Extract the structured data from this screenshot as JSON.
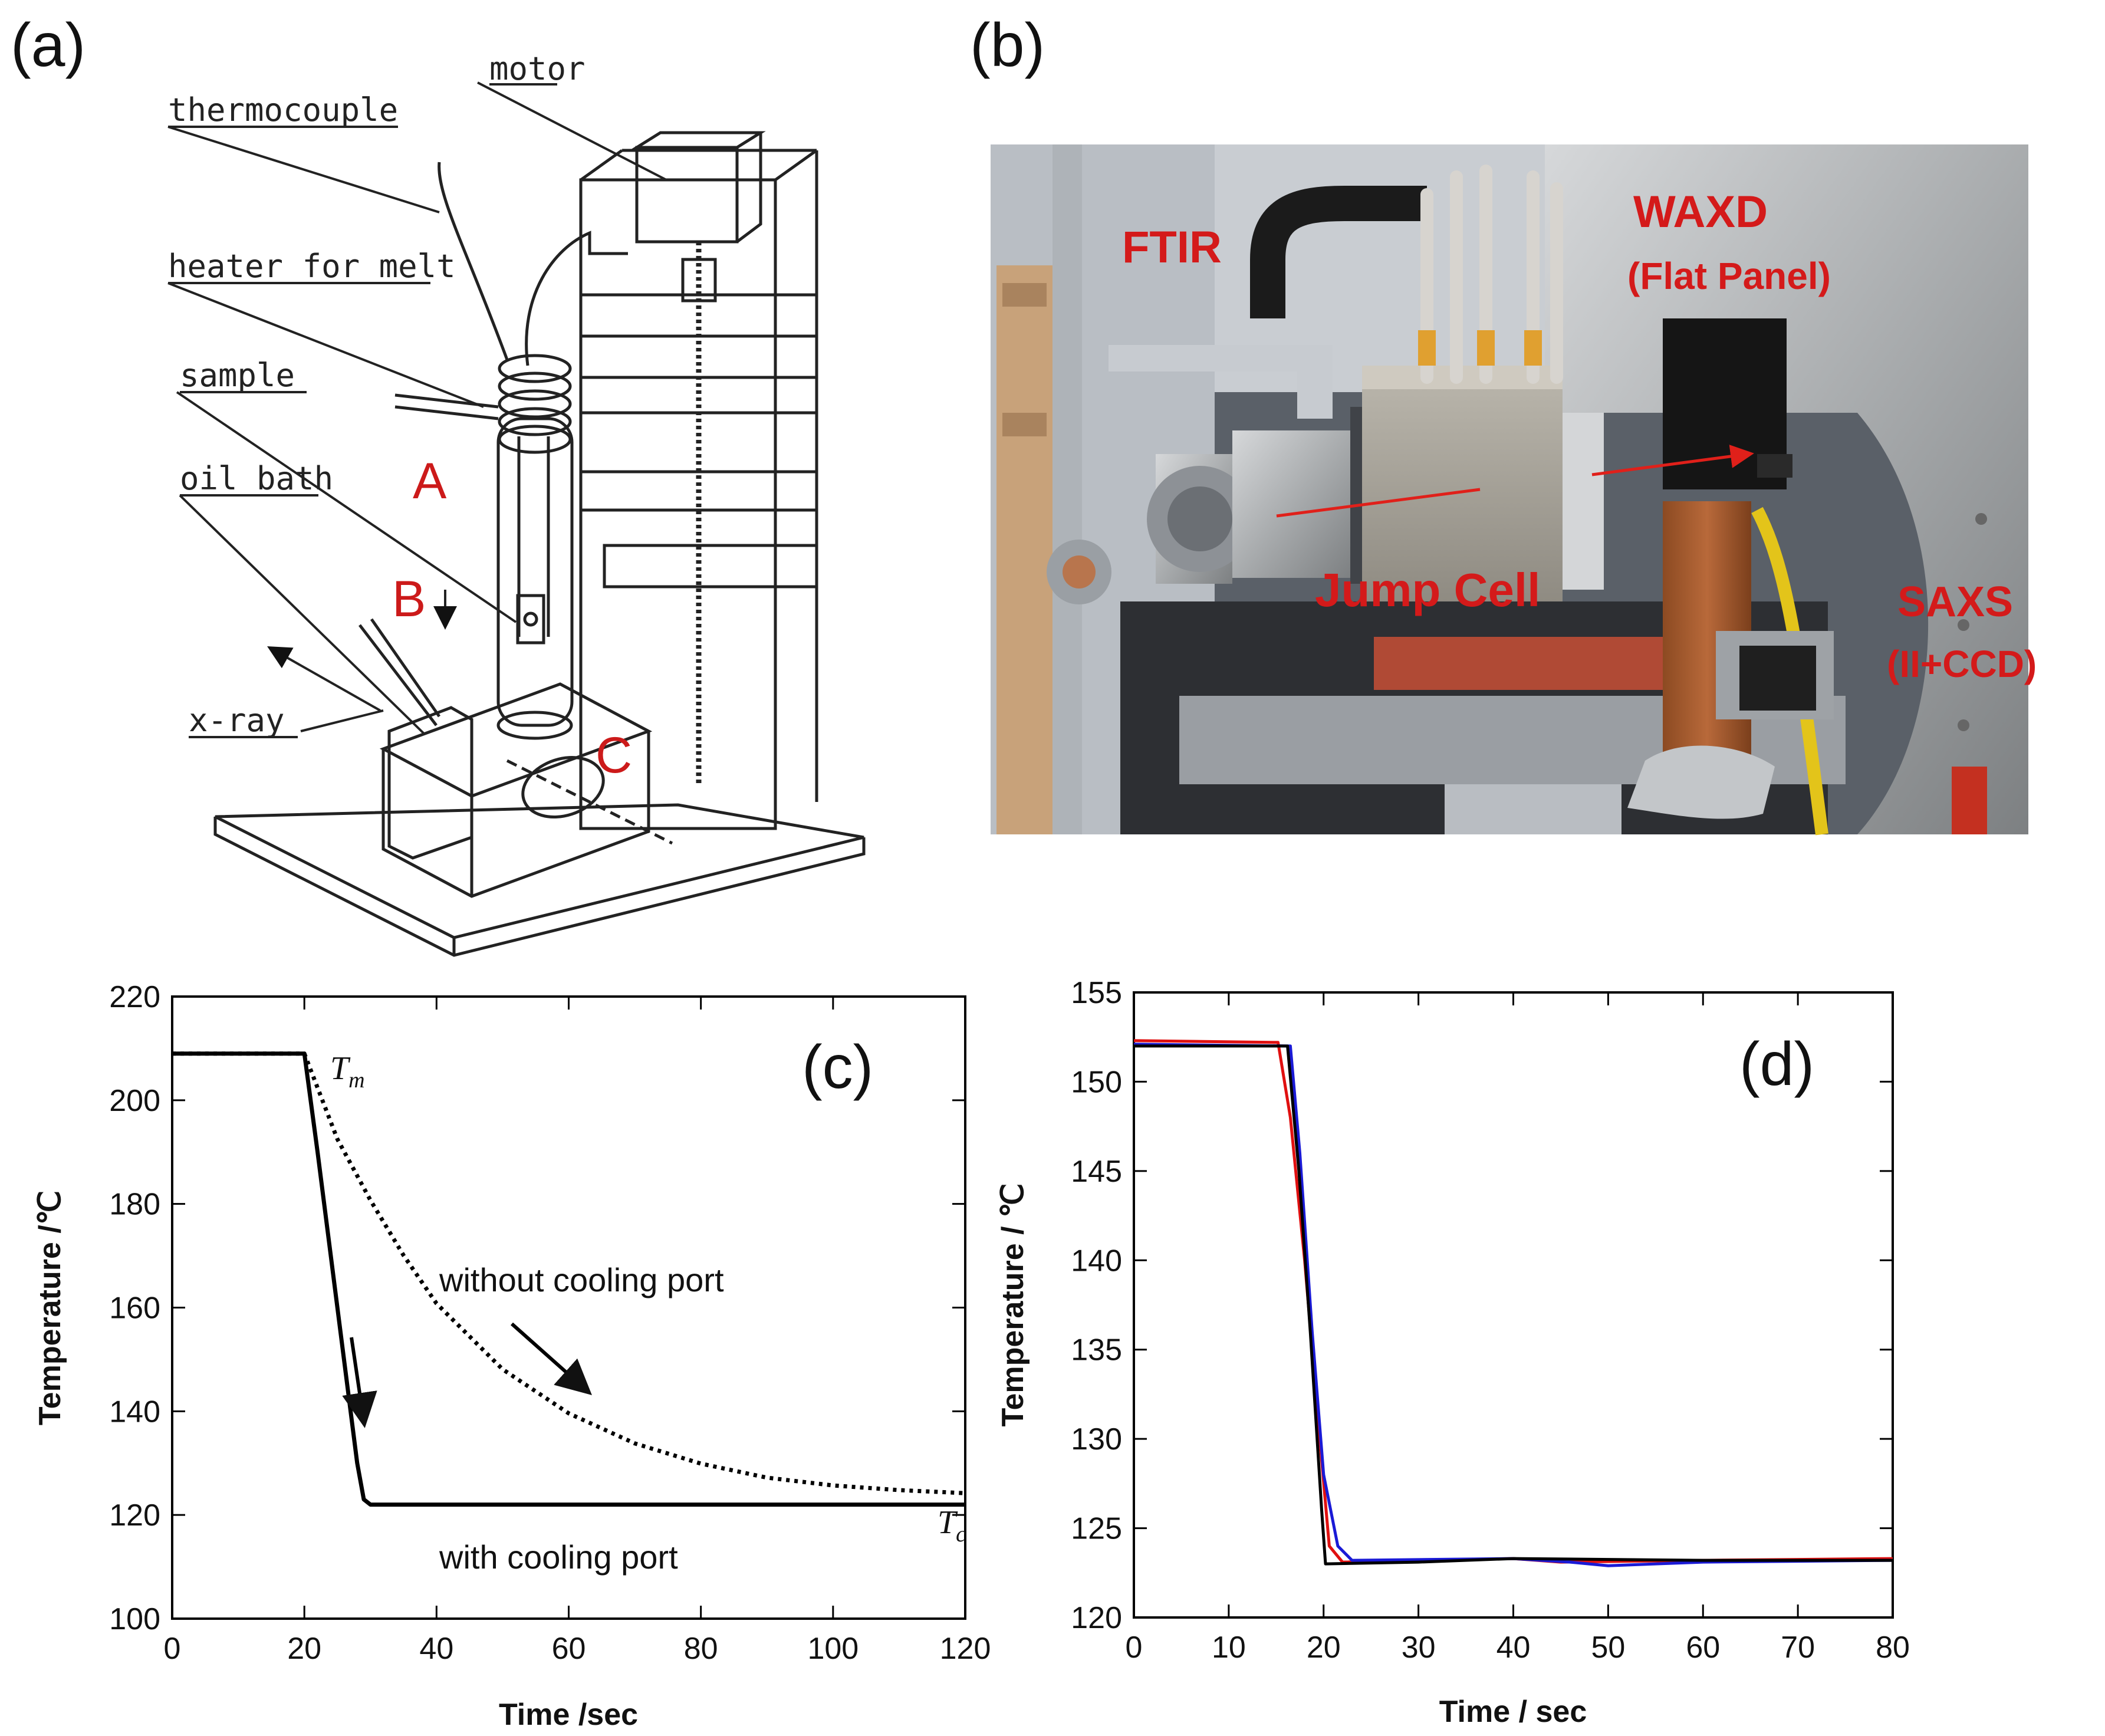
{
  "panels": {
    "a": {
      "label": "(a)",
      "callouts": [
        "motor",
        "thermocouple",
        "heater for melt",
        "sample",
        "oil bath",
        "x-ray"
      ],
      "letters": [
        "A",
        "B",
        "C"
      ]
    },
    "b": {
      "label": "(b)",
      "labels": {
        "ftir": "FTIR",
        "waxd": "WAXD",
        "flat_panel": "(Flat Panel)",
        "jump_cell": "Jump Cell",
        "saxs": "SAXS",
        "ii_ccd": "(II+CCD)"
      }
    }
  },
  "chart_data": [
    {
      "type": "line",
      "panel_label": "(c)",
      "xlabel": "Time /sec",
      "ylabel": "Temperature /℃",
      "xlim": [
        0,
        120
      ],
      "ylim": [
        100,
        220
      ],
      "xticks": [
        0,
        20,
        40,
        60,
        80,
        100,
        120
      ],
      "yticks": [
        100,
        120,
        140,
        160,
        180,
        200,
        220
      ],
      "annotations": {
        "tm": "T",
        "tm_sub": "m",
        "tc": "T",
        "tc_sub": "c",
        "without": "without cooling port",
        "with": "with cooling port"
      },
      "series": [
        {
          "name": "with cooling port",
          "style": "solid",
          "color": "#000000",
          "x": [
            0,
            20,
            22,
            24,
            26,
            28,
            29,
            30,
            40,
            60,
            80,
            100,
            120
          ],
          "y": [
            209,
            209,
            190,
            170,
            150,
            130,
            123,
            122,
            122,
            122,
            122,
            122,
            122
          ]
        },
        {
          "name": "without cooling port",
          "style": "dotted",
          "color": "#000000",
          "x": [
            0,
            20,
            25,
            30,
            35,
            40,
            50,
            60,
            70,
            80,
            90,
            100,
            110,
            120
          ],
          "y": [
            209,
            209,
            192.5,
            180.7,
            170.1,
            160.8,
            148.1,
            139.6,
            133.8,
            129.9,
            127.2,
            125.7,
            124.8,
            124.2
          ]
        }
      ]
    },
    {
      "type": "line",
      "panel_label": "(d)",
      "xlabel": "Time / sec",
      "ylabel": "Temperature / ℃",
      "xlim": [
        0,
        80
      ],
      "ylim": [
        120,
        155
      ],
      "xticks": [
        0,
        10,
        20,
        30,
        40,
        50,
        60,
        70,
        80
      ],
      "yticks": [
        120,
        125,
        130,
        135,
        140,
        145,
        150,
        155
      ],
      "series": [
        {
          "color": "#e01010",
          "x": [
            0,
            15.2,
            16.5,
            18,
            19.6,
            20.6,
            22,
            40,
            45,
            60,
            80
          ],
          "y": [
            152.3,
            152.2,
            148,
            140,
            130,
            124,
            123.1,
            123.3,
            123.1,
            123.2,
            123.3
          ]
        },
        {
          "color": "#1a1ad6",
          "x": [
            0,
            16.5,
            17.5,
            18.8,
            20,
            21.5,
            23,
            40,
            46,
            50,
            60,
            80
          ],
          "y": [
            152.1,
            152.0,
            146,
            136,
            128,
            124,
            123.2,
            123.3,
            123.1,
            122.9,
            123.1,
            123.2
          ]
        },
        {
          "color": "#000000",
          "x": [
            0,
            16.2,
            17.4,
            18.6,
            19.8,
            20.2,
            30,
            40,
            60,
            80
          ],
          "y": [
            152.0,
            152.0,
            145,
            136,
            126,
            123.0,
            123.1,
            123.3,
            123.2,
            123.2
          ]
        }
      ]
    }
  ]
}
